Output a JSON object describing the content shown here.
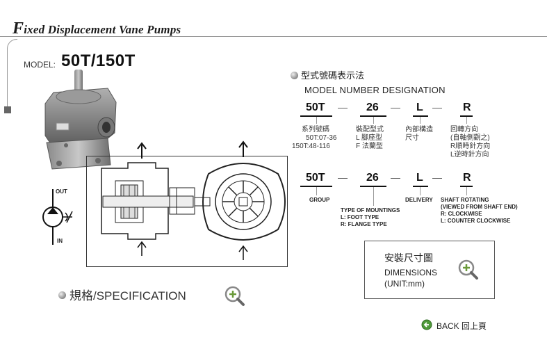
{
  "header": {
    "title_first": "F",
    "title_rest": "ixed Displacement Vane Pumps"
  },
  "model": {
    "label": "MODEL:",
    "value": "50T/150T"
  },
  "designation": {
    "title_cn": "型式號碼表示法",
    "title_en": "MODEL NUMBER DESIGNATION",
    "codes": [
      "50T",
      "26",
      "L",
      "R"
    ],
    "cn_notes": {
      "group": [
        "系列號碼",
        "50T:07-36",
        "150T:48-116"
      ],
      "mounting": [
        "裝配型式",
        "L 腳座型",
        "F 法蘭型"
      ],
      "delivery": [
        "內部構造",
        "尺寸"
      ],
      "rotation": [
        "回轉方向",
        "(自軸側觀之)",
        "R順時針方向",
        "L逆時針方向"
      ]
    },
    "en_notes": {
      "group": "GROUP",
      "mounting": [
        "TYPE OF MOUNTINGS",
        "L: FOOT TYPE",
        "R: FLANGE TYPE"
      ],
      "delivery": "DELIVERY",
      "rotation": [
        "SHAFT ROTATING",
        "(VIEWED FROM SHAFT END)",
        "R: CLOCKWISE",
        "L: COUNTER CLOCKWISE"
      ]
    }
  },
  "symbol": {
    "out": "OUT",
    "in": "IN"
  },
  "dimensions": {
    "title_cn": "安裝尺寸圖",
    "title_en": "DIMENSIONS",
    "unit": "(UNIT:mm)"
  },
  "specification": {
    "label": "規格/SPECIFICATION"
  },
  "back": {
    "label": "BACK 回上頁"
  },
  "icons": {
    "bullet": "bullet-icon",
    "magnifier": "magnifier-plus-icon",
    "back": "back-arrow-icon"
  }
}
